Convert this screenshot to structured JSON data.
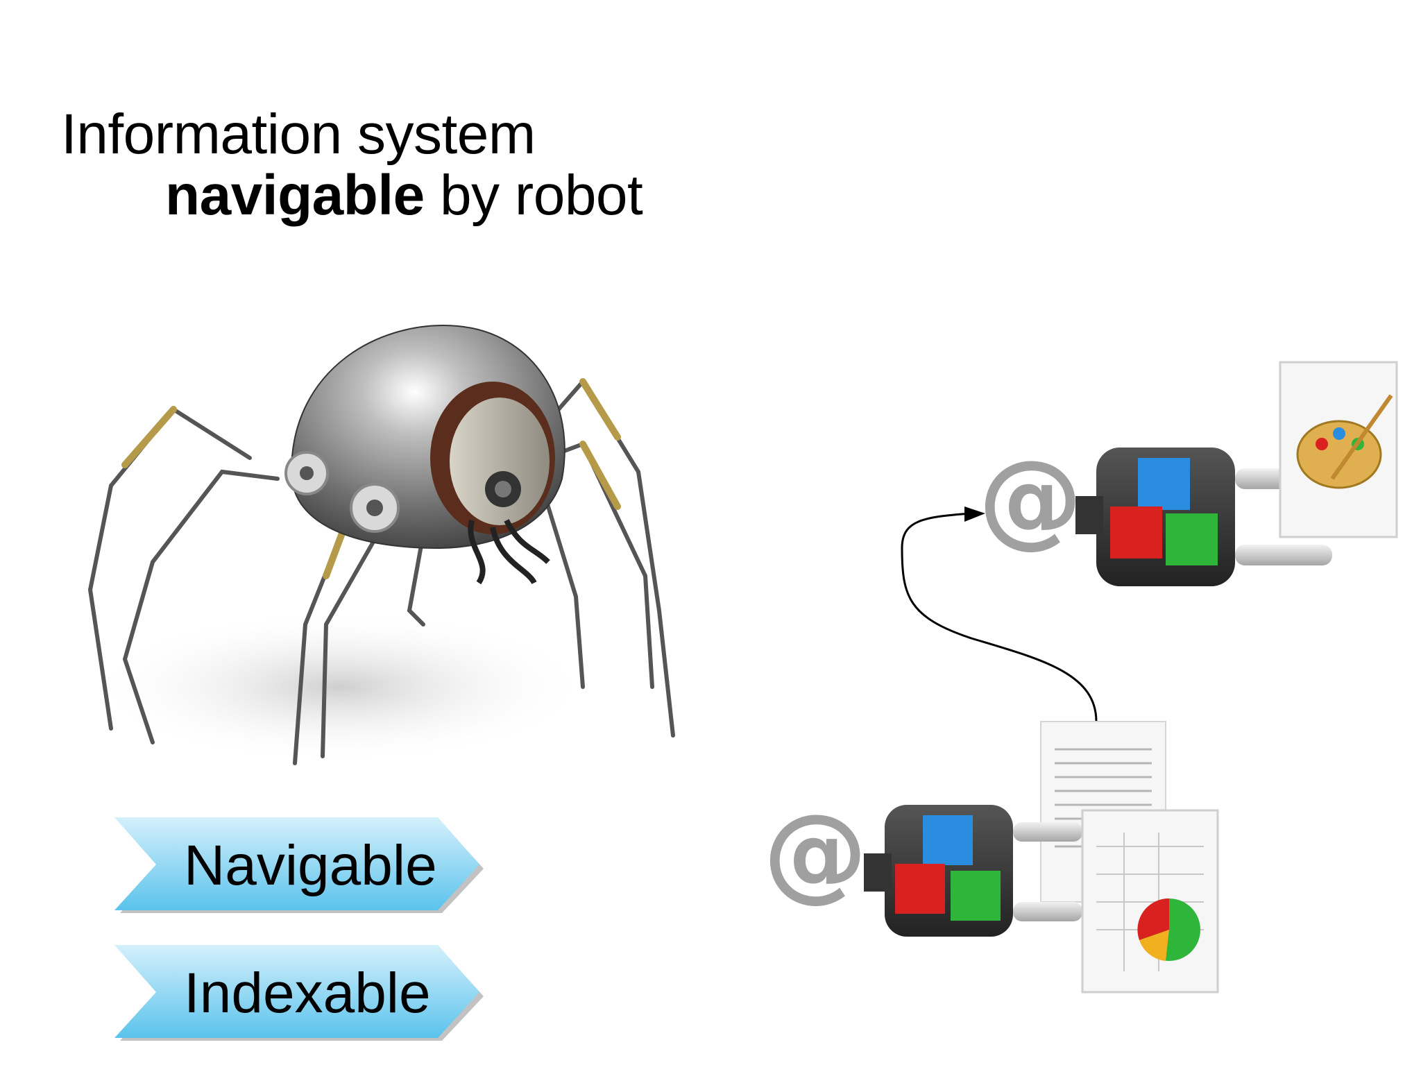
{
  "title": {
    "line1": "Information system",
    "line2_bold": "navigable",
    "line2_rest": " by robot"
  },
  "chevrons": [
    {
      "label": "Navigable"
    },
    {
      "label": "Indexable"
    }
  ],
  "colors": {
    "chevron_light": "#d4f0fb",
    "chevron_dark": "#5bc3ec",
    "cube_blue": "#2a8de0",
    "cube_red": "#d9211f",
    "cube_green": "#2fb53a",
    "at_sign": "#9a9a9a"
  },
  "icons": [
    "spider-robot-image",
    "at-sign-icon",
    "plug-icon",
    "palette-document-icon",
    "text-document-icon",
    "spreadsheet-chart-icon",
    "arrow-icon"
  ]
}
